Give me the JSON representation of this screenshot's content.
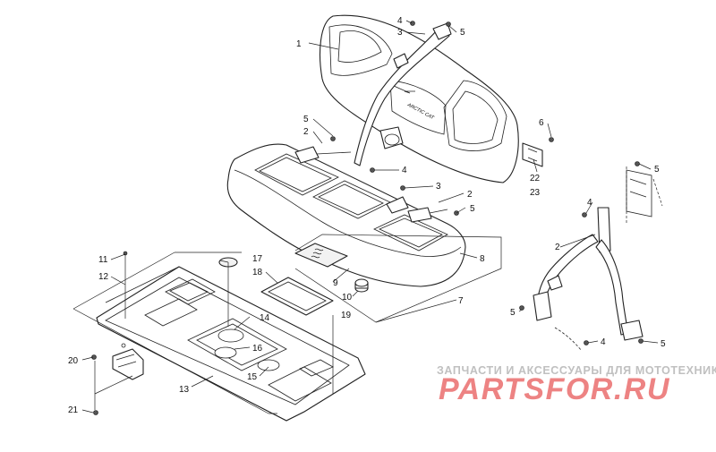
{
  "callouts": {
    "c1": "1",
    "c2a": "2",
    "c2b": "2",
    "c2c": "2",
    "c3a": "3",
    "c3b": "3",
    "c4a": "4",
    "c4b": "4",
    "c4c": "4",
    "c4d": "4",
    "c5a": "5",
    "c5b": "5",
    "c5c": "5",
    "c5d": "5",
    "c5e": "5",
    "c5f": "5",
    "c6": "6",
    "c7": "7",
    "c8": "8",
    "c9": "9",
    "c10": "10",
    "c11": "11",
    "c12": "12",
    "c13": "13",
    "c14": "14",
    "c15": "15",
    "c16": "16",
    "c17": "17",
    "c18": "18",
    "c19": "19",
    "c20": "20",
    "c21": "21",
    "c22": "22",
    "c23": "23"
  },
  "seat_logo": "ARCTIC CAT",
  "watermark": {
    "tagline": "ЗАПЧАСТИ И АКСЕССУАРЫ ДЛЯ МОТОТЕХНИКИ",
    "logo_text": "PARTSFOR.RU",
    "logo_color": "#e85a5a"
  }
}
